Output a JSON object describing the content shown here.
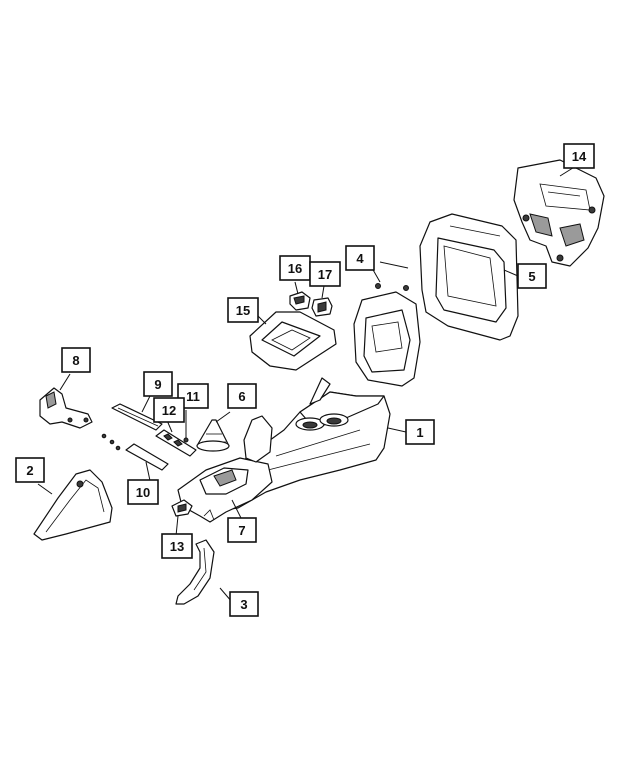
{
  "callouts": {
    "c1": "1",
    "c2": "2",
    "c3": "3",
    "c4": "4",
    "c5": "5",
    "c6": "6",
    "c7": "7",
    "c8": "8",
    "c9": "9",
    "c10": "10",
    "c11": "11",
    "c12": "12",
    "c13": "13",
    "c14": "14",
    "c15": "15",
    "c16": "16",
    "c17": "17"
  },
  "colors": {
    "line": "#111111",
    "shade": "#3a3a3a",
    "background": "#ffffff"
  }
}
